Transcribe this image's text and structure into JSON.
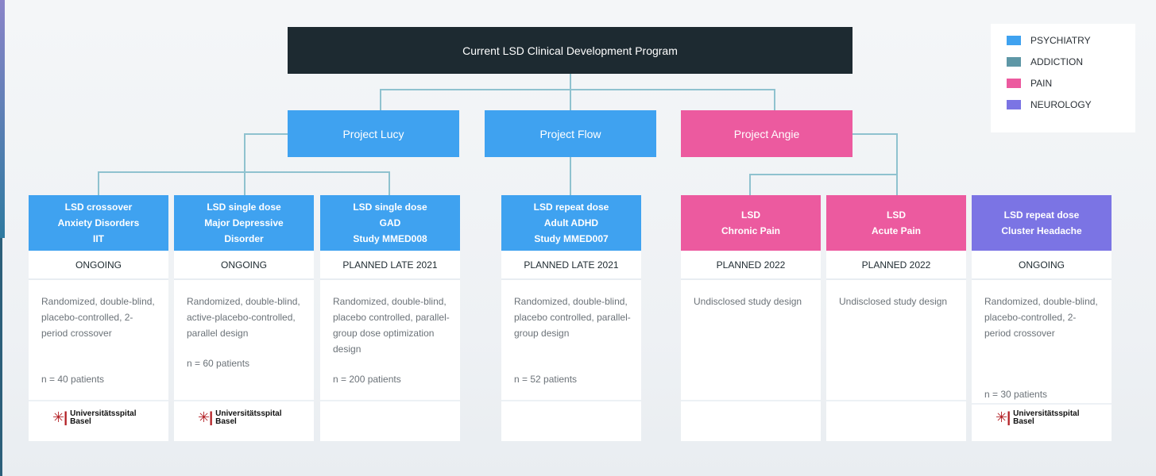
{
  "title": "Current LSD Clinical Development Program",
  "legend": [
    {
      "label": "PSYCHIATRY",
      "color": "#3fa2f0"
    },
    {
      "label": "ADDICTION",
      "color": "#5e97a6"
    },
    {
      "label": "PAIN",
      "color": "#ec5a9f"
    },
    {
      "label": "NEUROLOGY",
      "color": "#7b74e4"
    }
  ],
  "projects": [
    {
      "label": "Project Lucy",
      "color": "#3fa2f0"
    },
    {
      "label": "Project Flow",
      "color": "#3fa2f0"
    },
    {
      "label": "Project Angie",
      "color": "#ec5a9f"
    }
  ],
  "studies": [
    {
      "head": [
        "LSD crossover",
        "Anxiety Disorders",
        "IIT"
      ],
      "color": "#3fa2f0",
      "status": "ONGOING",
      "design": "Randomized, double-blind, placebo-controlled, 2-period crossover",
      "n": "n = 40 patients",
      "logo": true
    },
    {
      "head": [
        "LSD single dose",
        "Major Depressive",
        "Disorder"
      ],
      "color": "#3fa2f0",
      "status": "ONGOING",
      "design": "Randomized, double-blind, active-placebo-controlled, parallel design",
      "n": "n = 60 patients",
      "logo": true
    },
    {
      "head": [
        "LSD single dose",
        "GAD",
        "Study MMED008"
      ],
      "color": "#3fa2f0",
      "status": "PLANNED LATE 2021",
      "design": "Randomized, double-blind, placebo controlled, parallel-group dose optimization design",
      "n": "n = 200 patients",
      "logo": false
    },
    {
      "head": [
        "LSD repeat dose",
        "Adult ADHD",
        "Study MMED007"
      ],
      "color": "#3fa2f0",
      "status": "PLANNED LATE 2021",
      "design": "Randomized, double-blind, placebo controlled, parallel-group design",
      "n": "n = 52 patients",
      "logo": false
    },
    {
      "head": [
        "LSD",
        "Chronic Pain"
      ],
      "color": "#ec5a9f",
      "status": "PLANNED 2022",
      "design": "Undisclosed study design",
      "n": "",
      "logo": false
    },
    {
      "head": [
        "LSD",
        "Acute Pain"
      ],
      "color": "#ec5a9f",
      "status": "PLANNED 2022",
      "design": "Undisclosed study design",
      "n": "",
      "logo": false
    },
    {
      "head": [
        "LSD repeat dose",
        "Cluster Headache"
      ],
      "color": "#7b74e4",
      "status": "ONGOING",
      "design": "Randomized, double-blind, placebo-controlled, 2-period crossover",
      "n": "n = 30 patients",
      "logo": true
    }
  ],
  "logo_text": [
    "Universitätsspital",
    "Basel"
  ]
}
